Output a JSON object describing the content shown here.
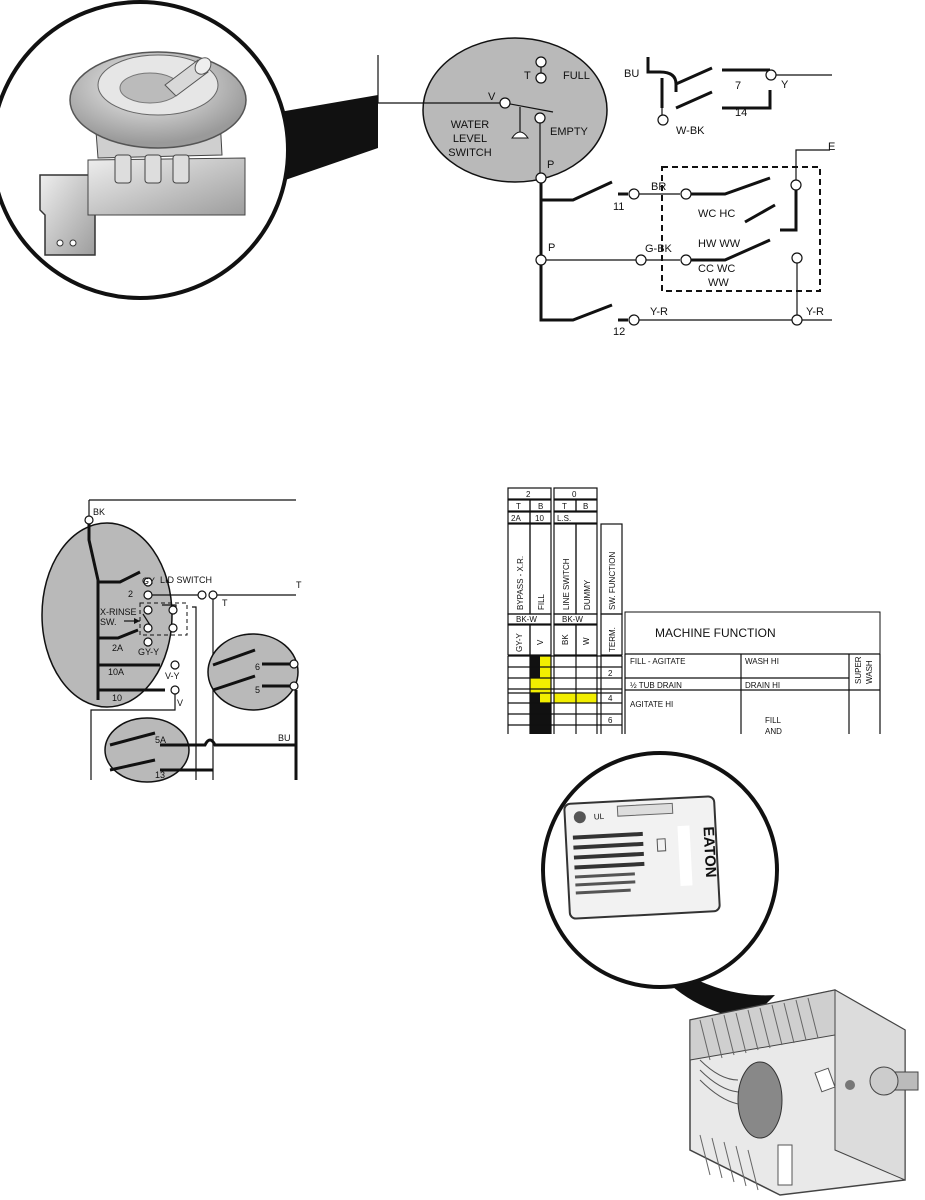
{
  "water_level": {
    "switch_title": [
      "WATER",
      "LEVEL",
      "SWITCH"
    ],
    "full": "FULL",
    "empty": "EMPTY",
    "t": "T",
    "v": "V",
    "p_top": "P",
    "p_mid": "P",
    "bu": "BU",
    "y": "Y",
    "t7": "7",
    "t14": "14",
    "wbk": "W-BK",
    "br": "BR",
    "t11": "11",
    "wchc": "WC HC",
    "hwww": "HW WW",
    "ccwc": "CC WC",
    "ww": "WW",
    "gbk": "G-BK",
    "yr1": "Y-R",
    "yr2": "Y-R",
    "t12": "12",
    "b_edge": "E"
  },
  "timer_circuit": {
    "bk": "BK",
    "gy": "GY",
    "t2": "2",
    "lid_switch": "LID SWITCH",
    "t_right": "T",
    "t_label": "T",
    "xrinse": "X-RINSE",
    "sw": "SW.",
    "t2a": "2A",
    "gyy": "GY-Y",
    "t10a": "10A",
    "vy": "V-Y",
    "t10": "10",
    "v": "V",
    "t6": "6",
    "t5": "5",
    "t5a": "5A",
    "t13": "13",
    "bu": "BU"
  },
  "chart": {
    "top_row": [
      "2",
      "0"
    ],
    "row2": [
      "T",
      "B",
      "T",
      "B"
    ],
    "row3": [
      "2A",
      "10",
      "L.S."
    ],
    "col_headers": [
      "BYPASS - X.R.",
      "FILL",
      "LINE SWITCH",
      "DUMMY",
      "SW. FUNCTION"
    ],
    "bkw": [
      "BK-W",
      "BK-W"
    ],
    "wire_colors": [
      "GY-Y",
      "V",
      "BK",
      "W",
      "TERM."
    ],
    "machine_function": "MACHINE FUNCTION",
    "rows": [
      {
        "fn": "FILL - AGITATE",
        "speed": "WASH HI"
      },
      {
        "fn": "½ TUB DRAIN",
        "speed": "DRAIN HI"
      },
      {
        "fn": "AGITATE HI",
        "speed": ""
      }
    ],
    "super_wash": [
      "SUPER",
      "WASH"
    ],
    "fill_and": [
      "FILL",
      "AND"
    ],
    "term_numbers": [
      "2",
      "4",
      "6"
    ]
  },
  "timer_label": {
    "brand": "EATON"
  },
  "colors": {
    "gray_fill": "#b9b9b9",
    "yellow": "#f2ee00",
    "black": "#111111"
  }
}
